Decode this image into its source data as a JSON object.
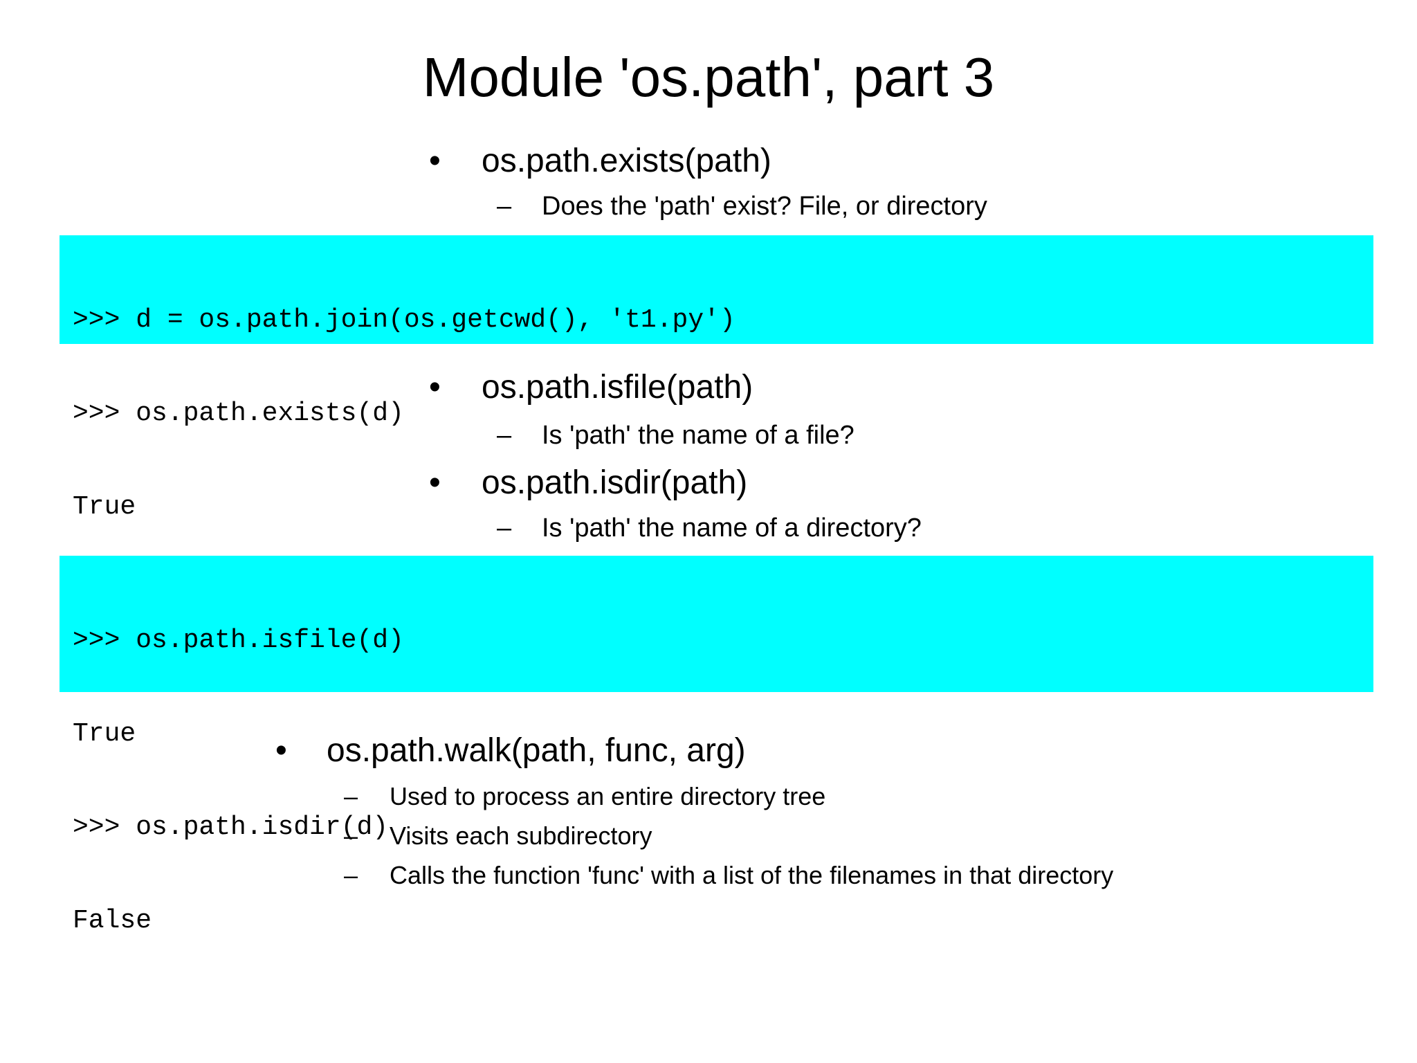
{
  "slide": {
    "title": "Module 'os.path', part 3",
    "bullet_char": "•",
    "dash_char": "–",
    "colors": {
      "background": "#ffffff",
      "text": "#000000",
      "code_background": "#00ffff"
    },
    "sections": {
      "exists": {
        "heading": "os.path.exists(path)",
        "sub": "Does the 'path' exist? File, or directory"
      },
      "code1": {
        "lines": [
          ">>> d = os.path.join(os.getcwd(), 't1.py')",
          ">>> os.path.exists(d)",
          "True"
        ]
      },
      "isfile": {
        "heading": "os.path.isfile(path)",
        "sub": "Is 'path' the name of a file?"
      },
      "isdir": {
        "heading": "os.path.isdir(path)",
        "sub": "Is 'path' the name of a directory?"
      },
      "code2": {
        "lines": [
          ">>> os.path.isfile(d)",
          "True",
          ">>> os.path.isdir(d)",
          "False"
        ]
      },
      "walk": {
        "heading": "os.path.walk(path, func, arg)",
        "sub1": "Used to process an entire directory tree",
        "sub2": "Visits each subdirectory",
        "sub3": "Calls the function 'func' with a list of the filenames in that directory"
      }
    }
  }
}
